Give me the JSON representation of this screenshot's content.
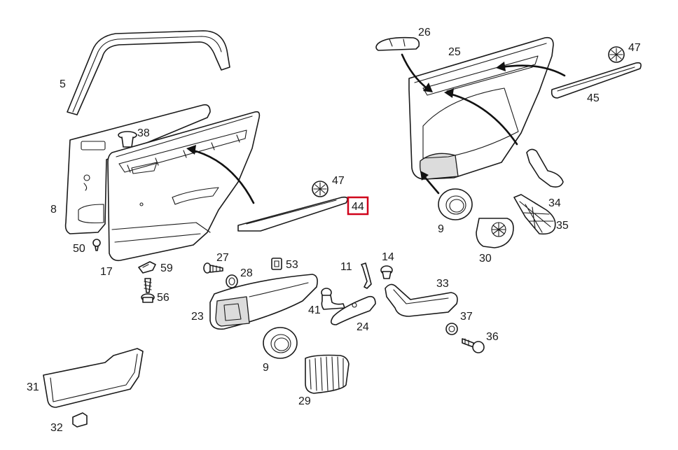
{
  "highlight": {
    "label": "44",
    "color": "#d0021b"
  },
  "parts": [
    {
      "id": "5",
      "label": "5"
    },
    {
      "id": "38",
      "label": "38"
    },
    {
      "id": "8",
      "label": "8"
    },
    {
      "id": "50",
      "label": "50"
    },
    {
      "id": "17",
      "label": "17"
    },
    {
      "id": "59",
      "label": "59"
    },
    {
      "id": "56",
      "label": "56"
    },
    {
      "id": "27",
      "label": "27"
    },
    {
      "id": "28",
      "label": "28"
    },
    {
      "id": "53",
      "label": "53"
    },
    {
      "id": "23",
      "label": "23"
    },
    {
      "id": "41",
      "label": "41"
    },
    {
      "id": "11",
      "label": "11"
    },
    {
      "id": "14",
      "label": "14"
    },
    {
      "id": "24",
      "label": "24"
    },
    {
      "id": "47a",
      "label": "47"
    },
    {
      "id": "44",
      "label": "44"
    },
    {
      "id": "26",
      "label": "26"
    },
    {
      "id": "25",
      "label": "25"
    },
    {
      "id": "47b",
      "label": "47"
    },
    {
      "id": "45",
      "label": "45"
    },
    {
      "id": "34",
      "label": "34"
    },
    {
      "id": "35",
      "label": "35"
    },
    {
      "id": "9a",
      "label": "9"
    },
    {
      "id": "30",
      "label": "30"
    },
    {
      "id": "33",
      "label": "33"
    },
    {
      "id": "37",
      "label": "37"
    },
    {
      "id": "36",
      "label": "36"
    },
    {
      "id": "9b",
      "label": "9"
    },
    {
      "id": "29",
      "label": "29"
    },
    {
      "id": "31",
      "label": "31"
    },
    {
      "id": "32",
      "label": "32"
    }
  ]
}
